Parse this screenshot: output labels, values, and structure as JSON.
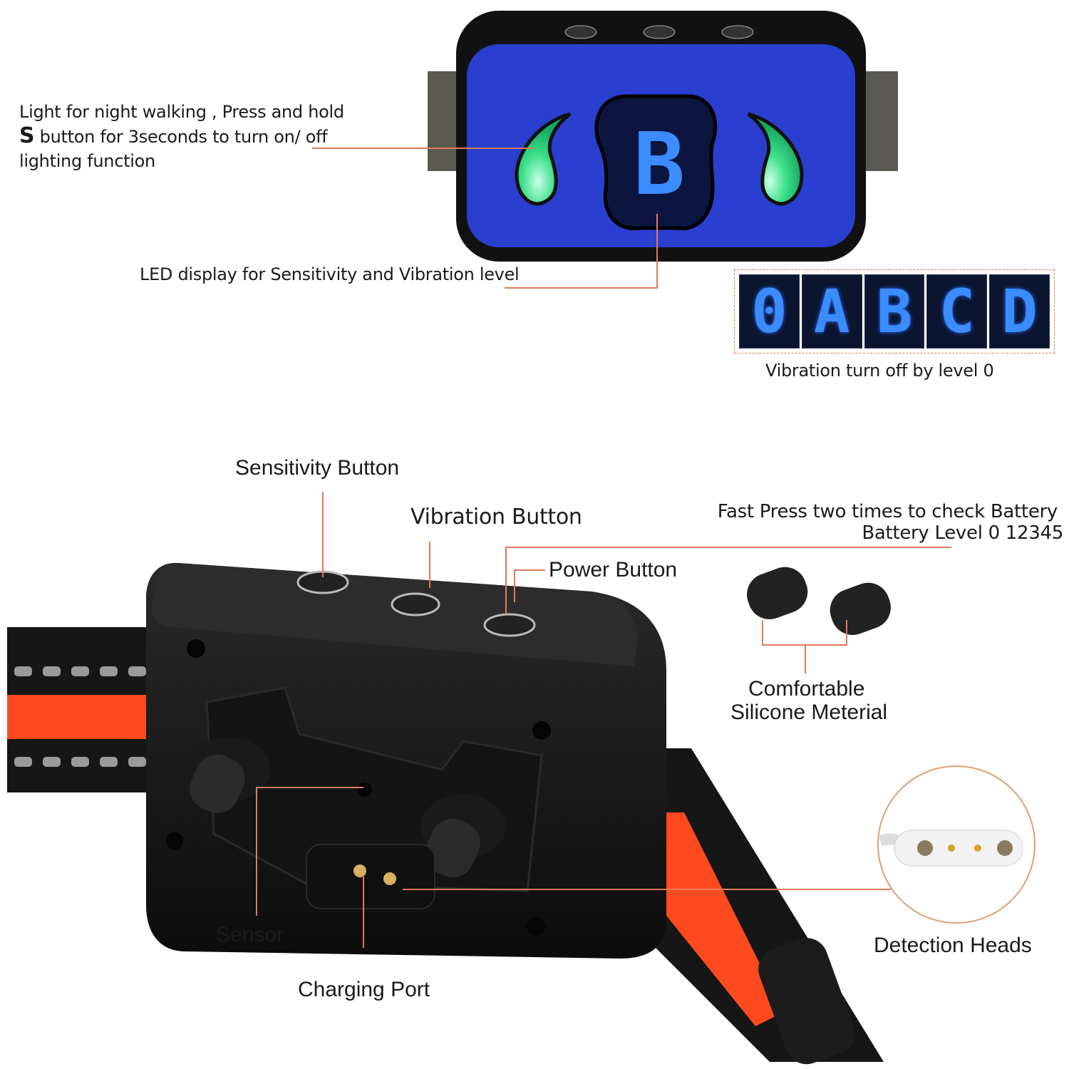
{
  "top": {
    "light_note": {
      "line1": "Light for night walking , Press and hold",
      "s_letter": "S",
      "line2": "button for 3seconds to turn on/ off",
      "line3": "lighting function"
    },
    "led_display_label": "LED display for Sensitivity and Vibration level",
    "display_digit": "B",
    "led_levels": [
      "0",
      "A",
      "B",
      "C",
      "D"
    ],
    "vibration_off_note": "Vibration turn off by level 0"
  },
  "bottom": {
    "sensitivity_button": "Sensitivity Button",
    "vibration_button": "Vibration Button",
    "battery_note_line1": "Fast Press two times to check Battery",
    "battery_note_line2": "Battery Level 0 12345",
    "power_button": "Power Button",
    "silicone_line1": "Comfortable",
    "silicone_line2": "Silicone Meterial",
    "sensor": "Sensor",
    "charging_port": "Charging Port",
    "detection_heads": "Detection Heads"
  },
  "colors": {
    "leader": "#e07a5a",
    "panel_blue": "#2a3fd0",
    "led_blue": "#3a8cff",
    "strap_orange": "#ff4a1f"
  }
}
